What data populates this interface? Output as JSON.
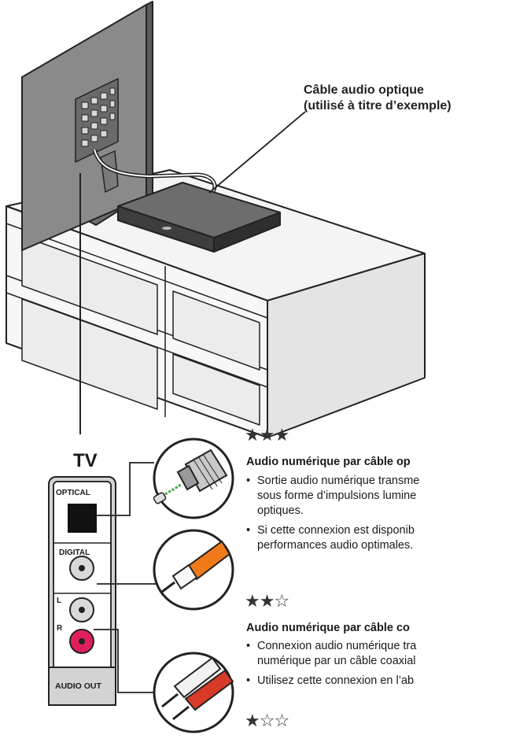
{
  "callout": {
    "line1": "Câble audio optique",
    "line2": "(utilisé à titre d’exemple)"
  },
  "tv_panel": {
    "title": "TV",
    "optical_label": "OPTICAL",
    "digital_label": "DIGITAL",
    "left_label": "L",
    "right_label": "R",
    "audio_out_label": "AUDIO OUT"
  },
  "options": [
    {
      "stars": "★★★",
      "heading": "Audio numérique par câble op",
      "bullets": [
        [
          "Sortie audio numérique transme",
          "sous forme d’impulsions lumine",
          "optiques."
        ],
        [
          "Si cette connexion est disponib",
          "performances audio optimales."
        ]
      ]
    },
    {
      "stars": "★★☆",
      "heading": "Audio numérique par câble co",
      "bullets": [
        [
          "Connexion audio numérique tra",
          "numérique par un câble coaxial"
        ],
        [
          "Utilisez cette connexion en l’ab"
        ]
      ]
    },
    {
      "stars": "★☆☆"
    }
  ],
  "colors": {
    "line": "#222222",
    "tv_body": "#8a8a8a",
    "optical_port": "#111111",
    "coax_cable": "#f07a1a",
    "right_channel": "#e0205a",
    "red_plug": "#d83a2a"
  }
}
